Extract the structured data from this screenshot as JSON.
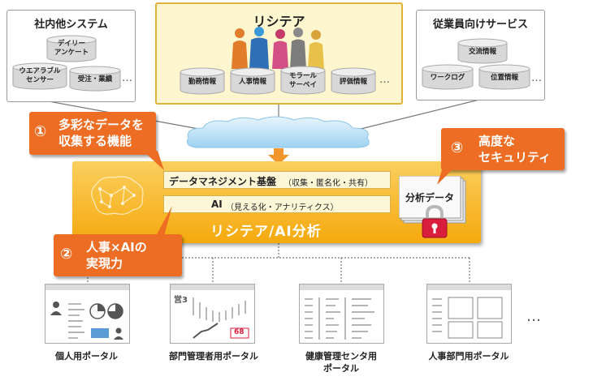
{
  "left_box": {
    "title": "社内他システム",
    "items": [
      "デイリー\nアンケート",
      "ウエアラブル\nセンサー",
      "受注・業績"
    ],
    "more": "…"
  },
  "center_box": {
    "title": "リシテア",
    "items": [
      "勤務情報",
      "人事情報",
      "モラール\nサーベイ",
      "評価情報"
    ],
    "more": "…"
  },
  "right_box": {
    "title": "従業員向けサービス",
    "items": [
      "交流情報",
      "ワークログ",
      "位置情報"
    ],
    "more": "…"
  },
  "callouts": [
    {
      "num": "①",
      "text": "多彩なデータを\n収集する機能"
    },
    {
      "num": "②",
      "text": "人事×AIの\n実現力"
    },
    {
      "num": "③",
      "text": "高度な\nセキュリティ"
    }
  ],
  "platform": {
    "bar1_main": "データマネジメント基盤",
    "bar1_sub": "（収集・匿名化・共有）",
    "bar2_main": "AI",
    "bar2_sub": "（見える化・アナリティクス）",
    "title": "リシテア/AI分析",
    "data_label": "分析データ"
  },
  "portals": [
    {
      "label": "個人用ポータル"
    },
    {
      "label": "部門管理者用ポータル",
      "screen_text": "営3",
      "screen_value": "68"
    },
    {
      "label": "健康管理センタ用\nポータル"
    },
    {
      "label": "人事部門用ポータル"
    }
  ],
  "portals_more": "…",
  "colors": {
    "accent": "#ec6d23",
    "platform": "#f5a90d",
    "center_bg": "#fdf6cf",
    "lock": "#d81e3c"
  }
}
